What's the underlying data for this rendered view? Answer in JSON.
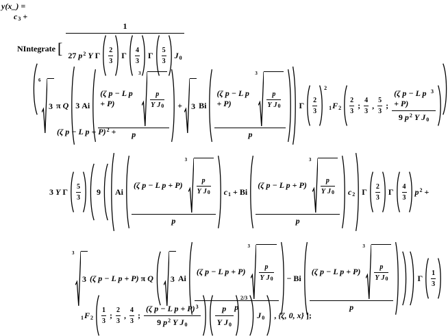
{
  "e": {
    "lhs": "y(x_) =",
    "c": "c",
    "plus": "+",
    "minus": "−",
    "nintegrate": "NIntegrate",
    "lbracket": "[",
    "end": "];",
    "one": "1",
    "two": "2",
    "three": "3",
    "four": "4",
    "five": "5",
    "six": "6",
    "nine": "9",
    "n27": "27",
    "zero": "0",
    "p": "p",
    "Y": "Y",
    "J": "J",
    "Q": "Q",
    "F": "F",
    "Gamma": "Γ",
    "pi": "π",
    "Ai": "Ai",
    "Bi": "Bi",
    "zp": "(ζ p − L p + P)",
    "semi": ";",
    "comma": ",",
    "twothirds": "2/3",
    "limits": "{ζ, 0, x}"
  }
}
